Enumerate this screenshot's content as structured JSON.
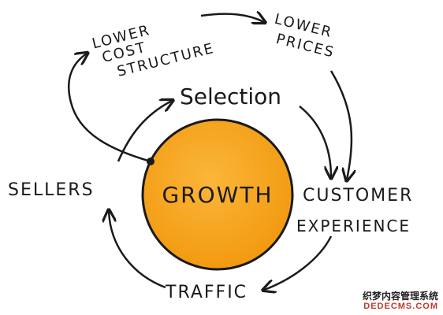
{
  "diagram": {
    "center": "GROWTH",
    "nodes": {
      "lower_cost_structure": [
        "LOWER",
        "COST",
        "STRUCTURE"
      ],
      "lower_prices": [
        "LOWER",
        "PRICES"
      ],
      "selection": "Selection",
      "customer_experience": [
        "CUSTOMER",
        "EXPERIENCE"
      ],
      "traffic": "TRAFFIC",
      "sellers": "SELLERS"
    },
    "colors": {
      "circle_fill": "#f5a319",
      "circle_stroke": "#1a1a1a",
      "ink": "#1a1a1a"
    }
  },
  "watermark": {
    "line1": "织梦内容管理系统",
    "line2": "DEDECMS.COM"
  }
}
